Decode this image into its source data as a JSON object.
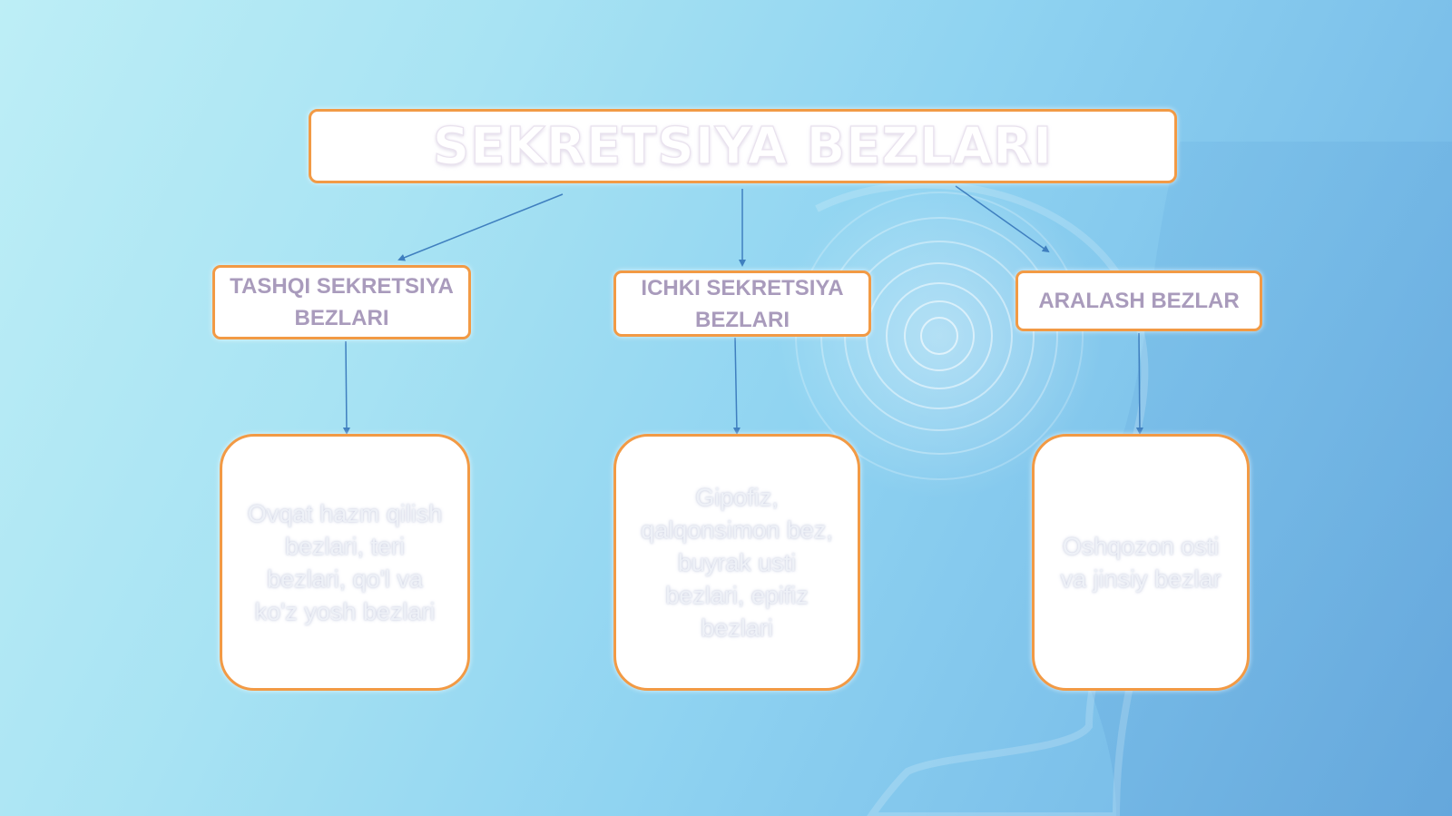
{
  "diagram": {
    "title": "SEKRETSIYA BEZLARI",
    "categories": [
      {
        "label": "TASHQI SEKRETSIYA BEZLARI",
        "detail": "Ovqat hazm qilish bezlari, teri bezlari, qo'l va ko'z yosh bezlari"
      },
      {
        "label": "ICHKI SEKRETSIYA BEZLARI",
        "detail": "Gipofiz, qalqonsimon bez, buyrak usti bezlari, epifiz bezlari"
      },
      {
        "label": "ARALASH BEZLAR",
        "detail": "Oshqozon osti va jinsiy bezlar"
      }
    ]
  },
  "colors": {
    "box_border": "#f29a45",
    "box_fill": "#ffffff",
    "category_text": "#a99bbc",
    "arrow": "#3f7fbf"
  }
}
